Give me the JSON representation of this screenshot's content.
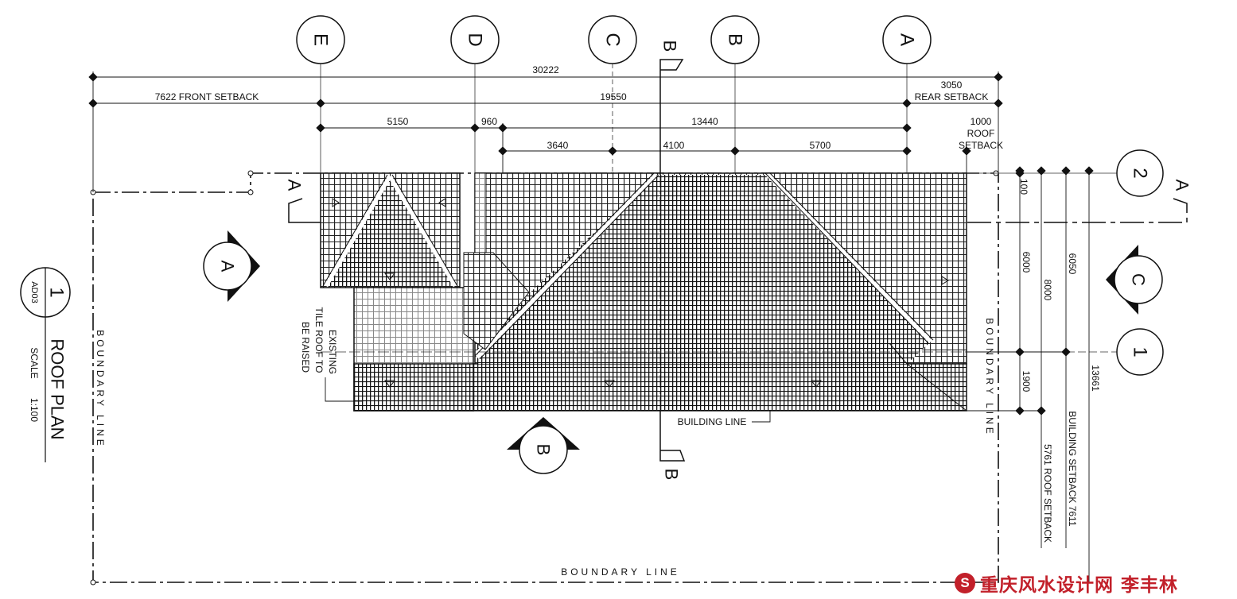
{
  "title": {
    "drawing_no": "1",
    "sheet_ref": "AD03",
    "name": "ROOF PLAN",
    "scale_label": "SCALE",
    "scale_value": "1:100"
  },
  "grid_top": [
    "E",
    "D",
    "C",
    "B",
    "A"
  ],
  "grid_right": [
    "2",
    "1"
  ],
  "dimensions_top": {
    "overall": "30222",
    "front_setback": "7622 FRONT SETBACK",
    "middle": "19550",
    "rear_value": "3050",
    "rear_label": "REAR SETBACK",
    "e_d": "5150",
    "d_offset": "960",
    "d_a": "13440",
    "roof_setback_value": "1000",
    "roof_setback_l1": "ROOF",
    "roof_setback_l2": "SETBACK",
    "s1": "3640",
    "s2": "4100",
    "s3": "5700"
  },
  "dimensions_right": {
    "d100": "100",
    "d6000": "6000",
    "d8000": "8000",
    "d6050": "6050",
    "d1900": "1900",
    "d13661": "13661",
    "building_setback": "BUILDING SETBACK 7611",
    "roof_setback": "5761 ROOF SETBACK"
  },
  "section_markers": {
    "a_left": "A",
    "a_right": "A",
    "b_top": "B",
    "b_bottom": "B"
  },
  "elevation_markers": {
    "left": "A",
    "bottom": "B",
    "right": "C"
  },
  "notes": {
    "existing_l1": "EXISTING",
    "existing_l2": "TILE ROOF TO",
    "existing_l3": "BE RAISED",
    "building_line": "BUILDING LINE",
    "boundary_left": "BOUNDARY LINE",
    "boundary_bottom": "BOUNDARY LINE",
    "boundary_right": "BOUNDARY LINE"
  },
  "watermark": {
    "badge": "S",
    "text": "重庆风水设计网 李丰林"
  }
}
